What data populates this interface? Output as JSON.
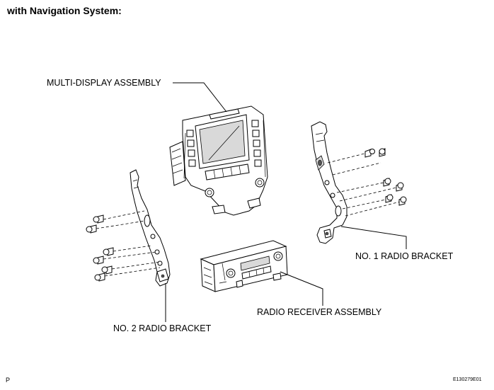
{
  "header": {
    "title": "with Navigation System:"
  },
  "labels": {
    "multi_display": "MULTI-DISPLAY ASSEMBLY",
    "no1_bracket": "NO. 1 RADIO BRACKET",
    "radio_receiver": "RADIO RECEIVER ASSEMBLY",
    "no2_bracket": "NO. 2 RADIO BRACKET"
  },
  "footer": {
    "page_code": "P",
    "figure_id": "E130279E01"
  }
}
